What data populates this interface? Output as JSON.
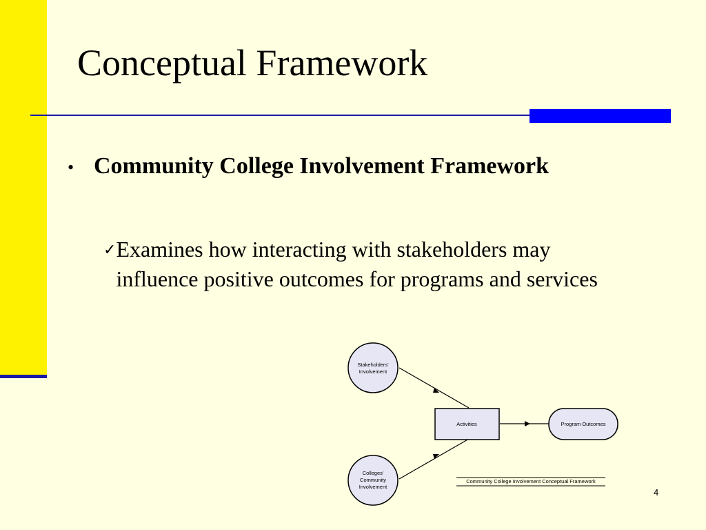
{
  "slide": {
    "title": "Conceptual Framework",
    "bullet": "Community College Involvement Framework",
    "sub_bullet": "Examines how interacting with stakeholders may influence positive outcomes for programs and services",
    "page_number": "4",
    "colors": {
      "background": "#FFFFE1",
      "sidebar": "#FFF200",
      "accent_blue": "#0000FF",
      "rule_blue": "#1A1AA8",
      "node_fill": "#E6E6F5"
    }
  },
  "diagram": {
    "nodes": {
      "stakeholders": [
        "Stakeholders'",
        "Involvement"
      ],
      "colleges": [
        "Colleges'",
        "Community",
        "Involvement"
      ],
      "activities": "Activities",
      "outcomes": "Program Outcomes"
    },
    "caption": "Community College Involvement Conceptual Framework"
  }
}
